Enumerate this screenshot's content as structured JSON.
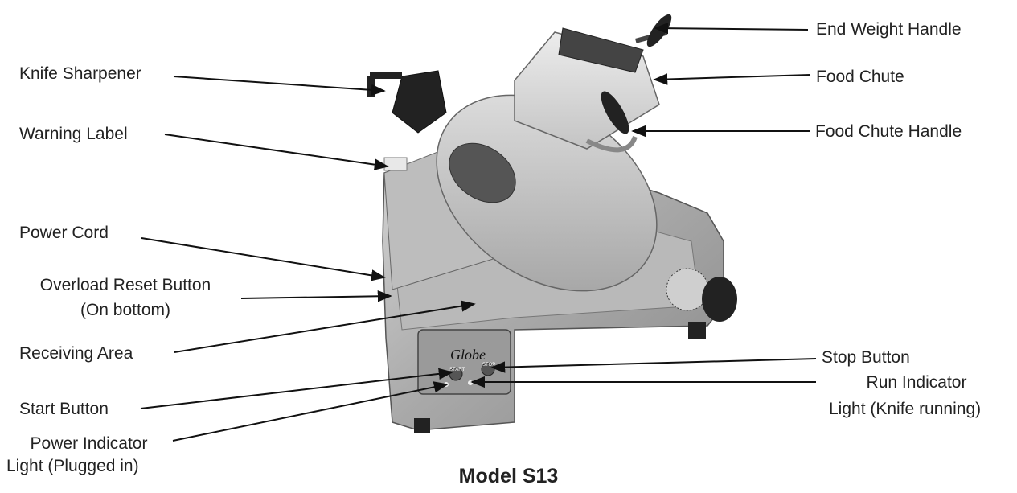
{
  "labels": {
    "end_weight_handle": "End Weight Handle",
    "knife_sharpener": "Knife Sharpener",
    "food_chute": "Food Chute",
    "warning_label": "Warning Label",
    "food_chute_handle": "Food Chute Handle",
    "power_cord": "Power Cord",
    "overload_reset_line1": "Overload Reset Button",
    "overload_reset_line2": "(On bottom)",
    "receiving_area": "Receiving Area",
    "stop_button": "Stop Button",
    "run_indicator_line1": "Run Indicator",
    "run_indicator_line2": "Light (Knife running)",
    "start_button": "Start Button",
    "power_indicator_line1": "Power Indicator",
    "power_indicator_line2": "Light (Plugged in)"
  },
  "panel": {
    "brand": "Globe",
    "start_text": "START",
    "stop_text": "STOP"
  },
  "caption": "Model S13"
}
